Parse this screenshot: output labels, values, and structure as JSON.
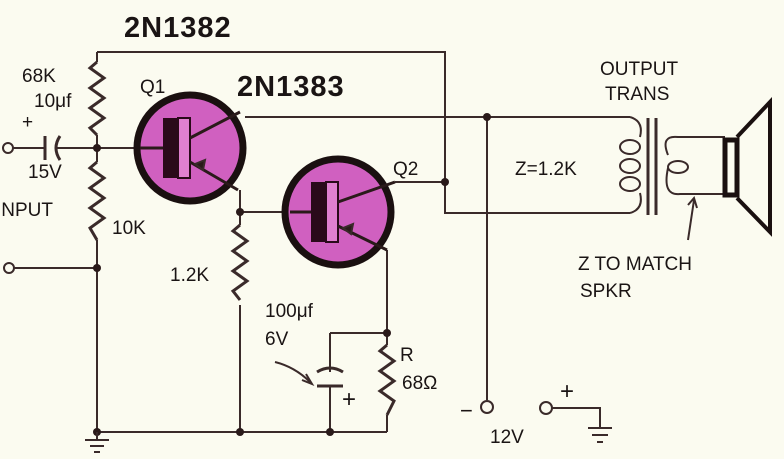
{
  "transistors": {
    "q1_part": "2N1382",
    "q2_part": "2N1383",
    "q1_label": "Q1",
    "q2_label": "Q2"
  },
  "input": {
    "label": "INPUT",
    "cap_value": "10μf",
    "cap_voltage": "15V",
    "cap_polarity": "+"
  },
  "resistors": {
    "r_bias_top": "68K",
    "r_bias_bottom": "10K",
    "r_q1_emitter": "1.2K",
    "r_q2_emitter_name": "R",
    "r_q2_emitter_value": "68Ω"
  },
  "bypass_cap": {
    "value": "100μf",
    "voltage": "6V",
    "polarity": "+"
  },
  "supply": {
    "voltage": "12V",
    "negative": "−",
    "positive": "+"
  },
  "output": {
    "transformer_line1": "OUTPUT",
    "transformer_line2": "TRANS",
    "primary_impedance": "Z=1.2K",
    "secondary_note_line1": "Z TO MATCH",
    "secondary_note_line2": "SPKR"
  },
  "colors": {
    "transistor_fill": "#d060c0",
    "wire": "#3a2a2a",
    "background": "#fbfbf0"
  }
}
